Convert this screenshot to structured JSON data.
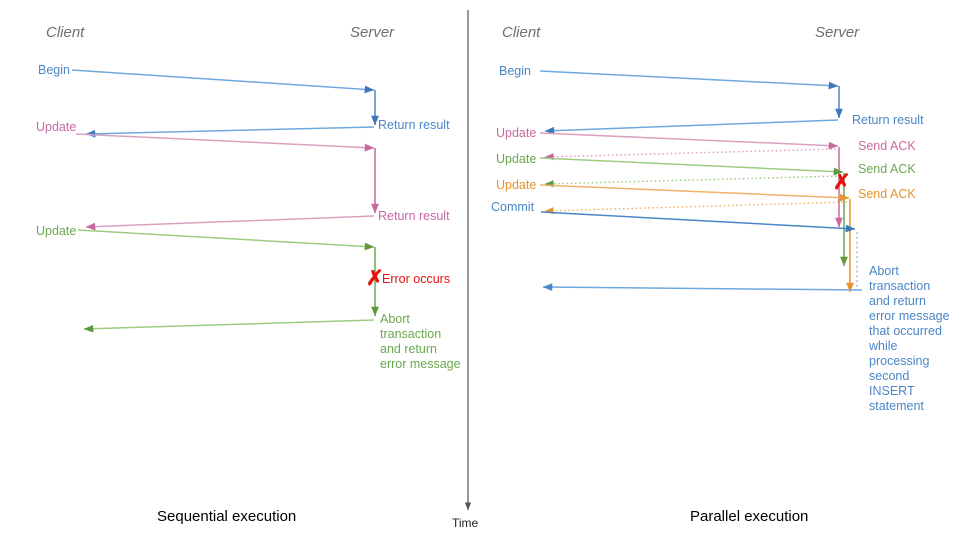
{
  "colors": {
    "blue": "#4a86c8",
    "blue_dark": "#3c78bd",
    "pink": "#c8699f",
    "green": "#6aa84f",
    "green_light": "#8fbc6e",
    "orange": "#e8912d",
    "red": "#e8110d",
    "divider": "#555555",
    "lane_title": "#6f6f6f",
    "caption": "#000000"
  },
  "divider": {
    "time_label": "Time"
  },
  "left_panel": {
    "caption": "Sequential execution",
    "lanes": {
      "client": "Client",
      "server": "Server"
    },
    "messages": [
      {
        "name": "begin",
        "label": "Begin",
        "color": "blue"
      },
      {
        "name": "return-result-1",
        "label": "Return result",
        "color": "blue"
      },
      {
        "name": "update-1",
        "label": "Update",
        "color": "pink"
      },
      {
        "name": "return-result-2",
        "label": "Return result",
        "color": "pink"
      },
      {
        "name": "update-2",
        "label": "Update",
        "color": "green"
      },
      {
        "name": "error-occurs",
        "label": "Error occurs",
        "color": "red"
      },
      {
        "name": "abort-note",
        "label": "Abort\ntransaction\nand return\nerror message",
        "color": "green"
      }
    ]
  },
  "right_panel": {
    "caption": "Parallel execution",
    "lanes": {
      "client": "Client",
      "server": "Server"
    },
    "messages": [
      {
        "name": "begin",
        "label": "Begin",
        "color": "blue"
      },
      {
        "name": "return-result",
        "label": "Return result",
        "color": "blue"
      },
      {
        "name": "update-1",
        "label": "Update",
        "color": "pink"
      },
      {
        "name": "send-ack-1",
        "label": "Send ACK",
        "color": "pink"
      },
      {
        "name": "update-2",
        "label": "Update",
        "color": "green"
      },
      {
        "name": "send-ack-2",
        "label": "Send ACK",
        "color": "green"
      },
      {
        "name": "update-3",
        "label": "Update",
        "color": "orange"
      },
      {
        "name": "send-ack-3",
        "label": "Send ACK",
        "color": "orange"
      },
      {
        "name": "commit",
        "label": "Commit",
        "color": "blue"
      },
      {
        "name": "abort-note",
        "label": "Abort\ntransaction\nand return\nerror message\nthat occurred\nwhile\nprocessing\nsecond\nINSERT\nstatement",
        "color": "blue"
      }
    ]
  }
}
